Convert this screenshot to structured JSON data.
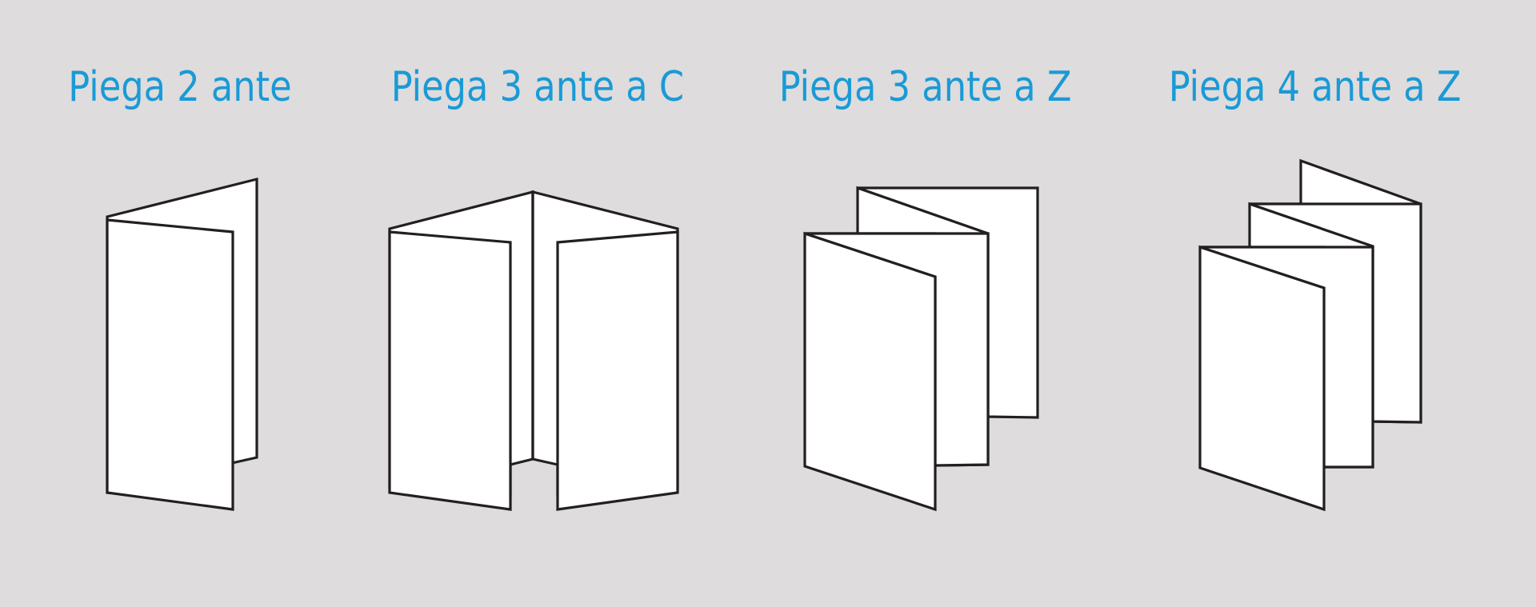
{
  "folds": [
    {
      "title": "Piega 2 ante"
    },
    {
      "title": "Piega 3 ante a C"
    },
    {
      "title": "Piega 3 ante a Z"
    },
    {
      "title": "Piega 4 ante a Z"
    }
  ],
  "colors": {
    "background": "#dedcdd",
    "title": "#1a9ad6",
    "panel_fill": "#ffffff",
    "outline": "#231f20"
  }
}
